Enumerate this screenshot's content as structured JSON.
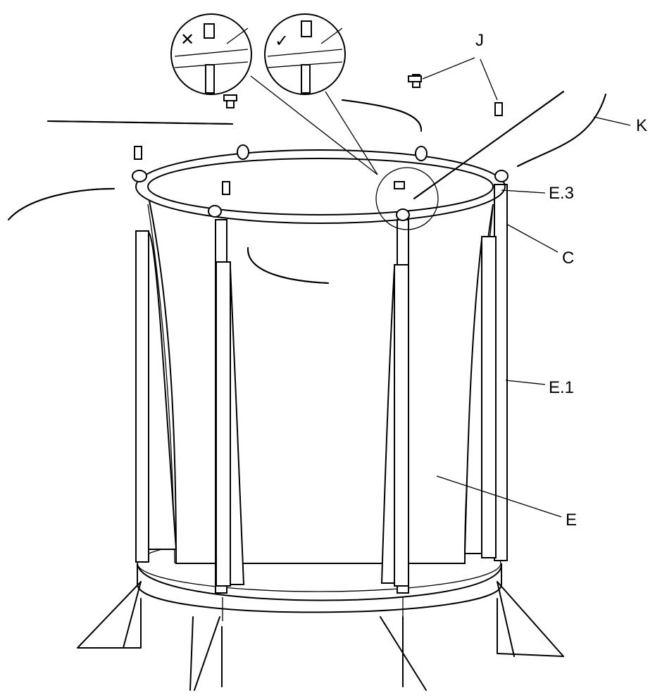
{
  "diagram": {
    "labels": {
      "J": "J",
      "K": "K",
      "E3": "E.3",
      "C": "C",
      "E1": "E.1",
      "E": "E"
    },
    "insets": {
      "wrong_mark": "✕",
      "right_mark": "✓"
    }
  }
}
